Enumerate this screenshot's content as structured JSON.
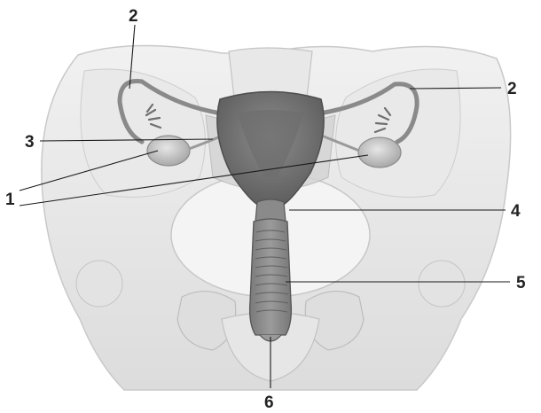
{
  "labels": {
    "l1": "1",
    "l2a": "2",
    "l2b": "2",
    "l3": "3",
    "l4": "4",
    "l5": "5",
    "l6": "6"
  }
}
